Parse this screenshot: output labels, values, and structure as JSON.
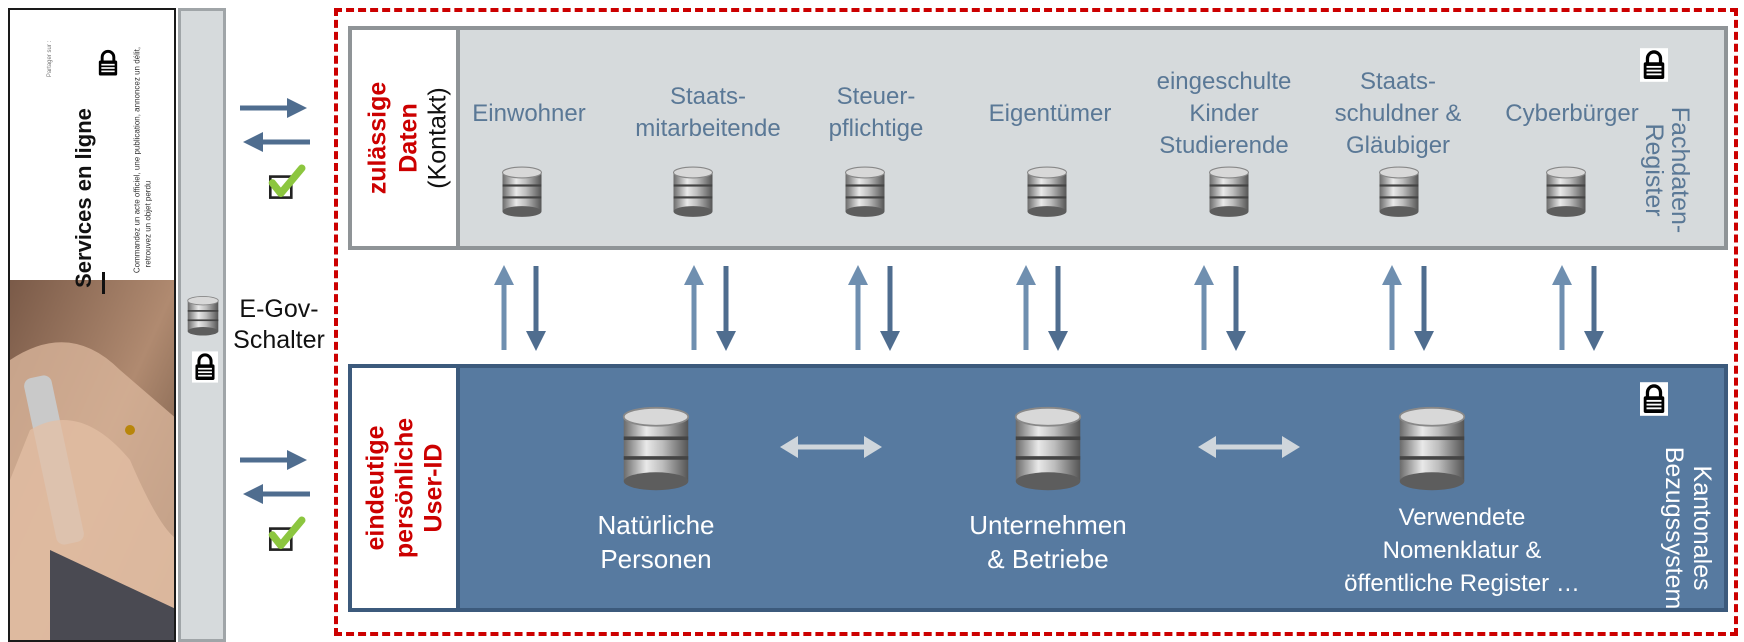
{
  "portal": {
    "title": "Services en ligne",
    "description_line1": "Commandez un acte officiel, une publication, annoncez un délit,",
    "description_line2": "retrouvez un objet perdu",
    "share_label": "Partager sur :"
  },
  "egov": {
    "label_line1": "E-Gov-",
    "label_line2": "Schalter"
  },
  "top_section": {
    "side_label_bold_line1": "zulässige",
    "side_label_bold_line2": "Daten",
    "side_label_normal": "(Kontakt)",
    "registers": [
      {
        "line1": "Einwohner",
        "line2": "",
        "line3": ""
      },
      {
        "line1": "Staats-",
        "line2": "mitarbeitende",
        "line3": ""
      },
      {
        "line1": "Steuer-",
        "line2": "pflichtige",
        "line3": ""
      },
      {
        "line1": "Eigentümer",
        "line2": "",
        "line3": ""
      },
      {
        "line1": "eingeschulte",
        "line2": "Kinder",
        "line3": "Studierende"
      },
      {
        "line1": "Staats-",
        "line2": "schuldner &",
        "line3": "Gläubiger"
      },
      {
        "line1": "Cyberbürger",
        "line2": "",
        "line3": ""
      }
    ],
    "right_label_line1": "Fachdaten-",
    "right_label_line2": "Register"
  },
  "bottom_section": {
    "side_label_line1": "eindeutige",
    "side_label_line2": "persönliche",
    "side_label_line3": "User-ID",
    "references": [
      {
        "line1": "Natürliche",
        "line2": "Personen",
        "line3": ""
      },
      {
        "line1": "Unternehmen",
        "line2": "& Betriebe",
        "line3": ""
      },
      {
        "line1": "Verwendete",
        "line2": "Nomenklatur &",
        "line3": "öffentliche Register …"
      }
    ],
    "right_label_line1": "Kantonales",
    "right_label_line2": "Bezugssystem"
  },
  "colors": {
    "frame_red": "#cc0000",
    "register_text": "#5a7896",
    "bottom_panel": "#577aa0",
    "arrow_blue": "#4f6d8f",
    "check_green": "#8cc63f"
  },
  "icons": [
    "database-icon",
    "lock-icon",
    "checkbox-checked-icon",
    "arrow-right-icon",
    "arrow-left-icon",
    "arrow-up-icon",
    "arrow-down-icon",
    "double-arrow-icon"
  ]
}
